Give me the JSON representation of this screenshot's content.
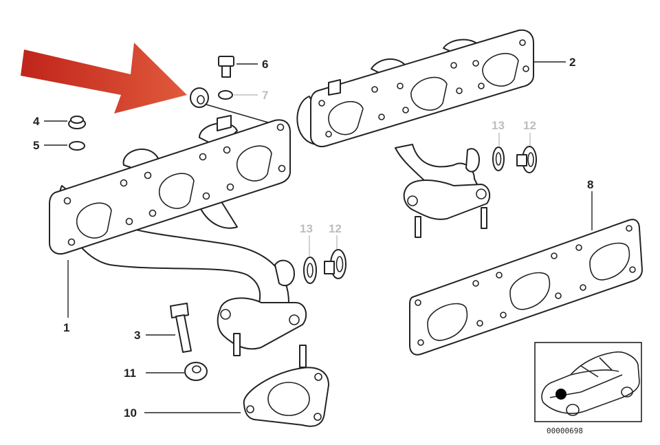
{
  "diagram": {
    "callouts": {
      "c1": "1",
      "c2": "2",
      "c3": "3",
      "c4": "4",
      "c5": "5",
      "c6": "6",
      "c7": "7",
      "c8": "8",
      "c10": "10",
      "c11": "11",
      "c12a": "12",
      "c13a": "13",
      "c12b": "12",
      "c13b": "13"
    },
    "reference_number": "00000698",
    "colors": {
      "arrow": "#d0301e",
      "line": "#222222",
      "faded_callout": "#bdbdbd",
      "location_dot": "#000000"
    },
    "icons": {
      "pointer": "red-arrow-icon"
    }
  }
}
